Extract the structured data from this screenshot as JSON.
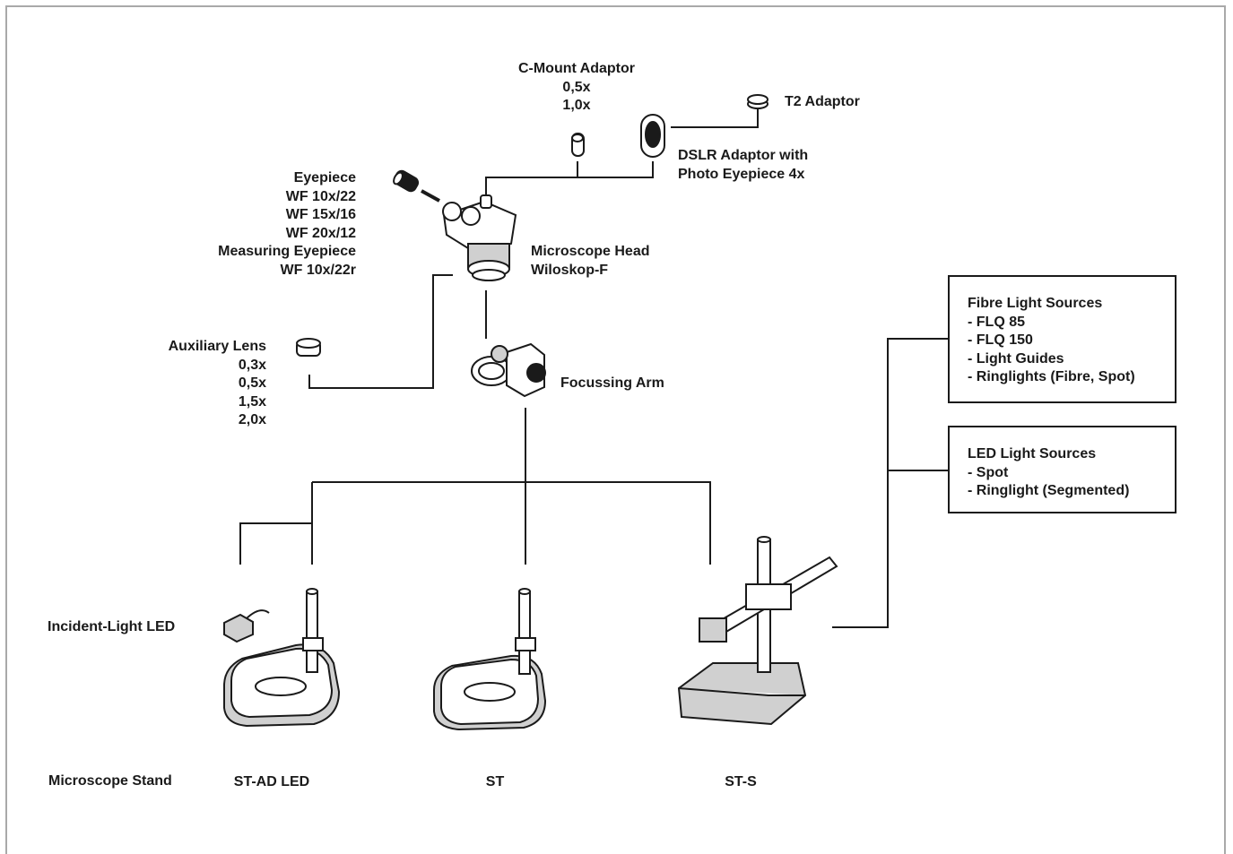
{
  "c_mount": {
    "title": "C-Mount Adaptor",
    "options": [
      "0,5x",
      "1,0x"
    ]
  },
  "t2": {
    "title": "T2 Adaptor"
  },
  "dslr": {
    "lines": [
      "DSLR Adaptor with",
      "Photo Eyepiece 4x"
    ]
  },
  "eyepiece": {
    "lines": [
      "Eyepiece",
      "WF 10x/22",
      "WF 15x/16",
      "WF 20x/12",
      "Measuring Eyepiece",
      "WF 10x/22r"
    ]
  },
  "head": {
    "lines": [
      "Microscope Head",
      "Wiloskop-F"
    ]
  },
  "aux_lens": {
    "title": "Auxiliary Lens",
    "options": [
      "0,3x",
      "0,5x",
      "1,5x",
      "2,0x"
    ]
  },
  "focus_arm": {
    "title": "Focussing Arm"
  },
  "fibre_box": {
    "lines": [
      "Fibre Light Sources",
      "- FLQ 85",
      "- FLQ 150",
      "- Light Guides",
      "- Ringlights (Fibre, Spot)"
    ]
  },
  "led_box": {
    "lines": [
      "LED Light Sources",
      "- Spot",
      "- Ringlight (Segmented)"
    ]
  },
  "incident": {
    "title": "Incident-Light LED"
  },
  "stand": {
    "title": "Microscope Stand",
    "models": [
      "ST-AD LED",
      "ST",
      "ST-S"
    ]
  },
  "colors": {
    "line": "#1a1a1a",
    "frame": "#a9a9a9",
    "fill_grey": "#d0d0d0"
  }
}
